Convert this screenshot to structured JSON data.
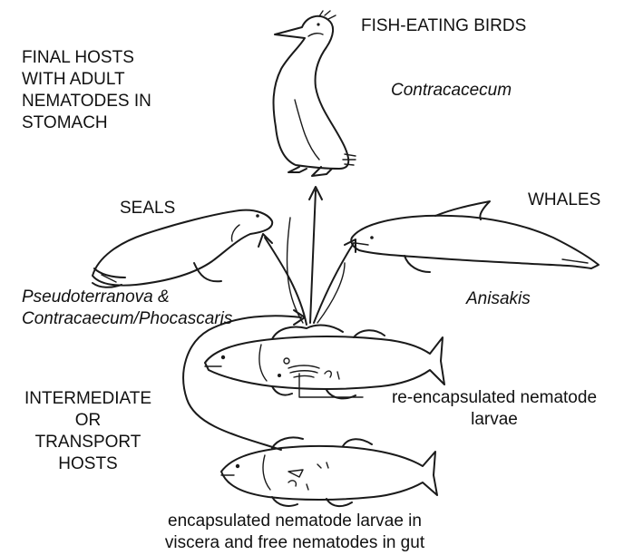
{
  "labels": {
    "final_hosts": [
      "FINAL HOSTS",
      "WITH ADULT",
      "NEMATODES IN",
      "STOMACH"
    ],
    "birds": "FISH-EATING BIRDS",
    "contracaecum": "Contracacecum",
    "seals": "SEALS",
    "seals_parasites": [
      "Pseudoterranova &",
      "Contracaecum/Phocascaris"
    ],
    "whales": "WHALES",
    "anisakis": "Anisakis",
    "intermediate": [
      "INTERMEDIATE",
      "OR",
      "TRANSPORT",
      "HOSTS"
    ],
    "reencapsulated": [
      "re-encapsulated nematode",
      "larvae"
    ],
    "encapsulated": [
      "encapsulated nematode larvae in",
      "viscera and free nematodes in gut"
    ]
  }
}
